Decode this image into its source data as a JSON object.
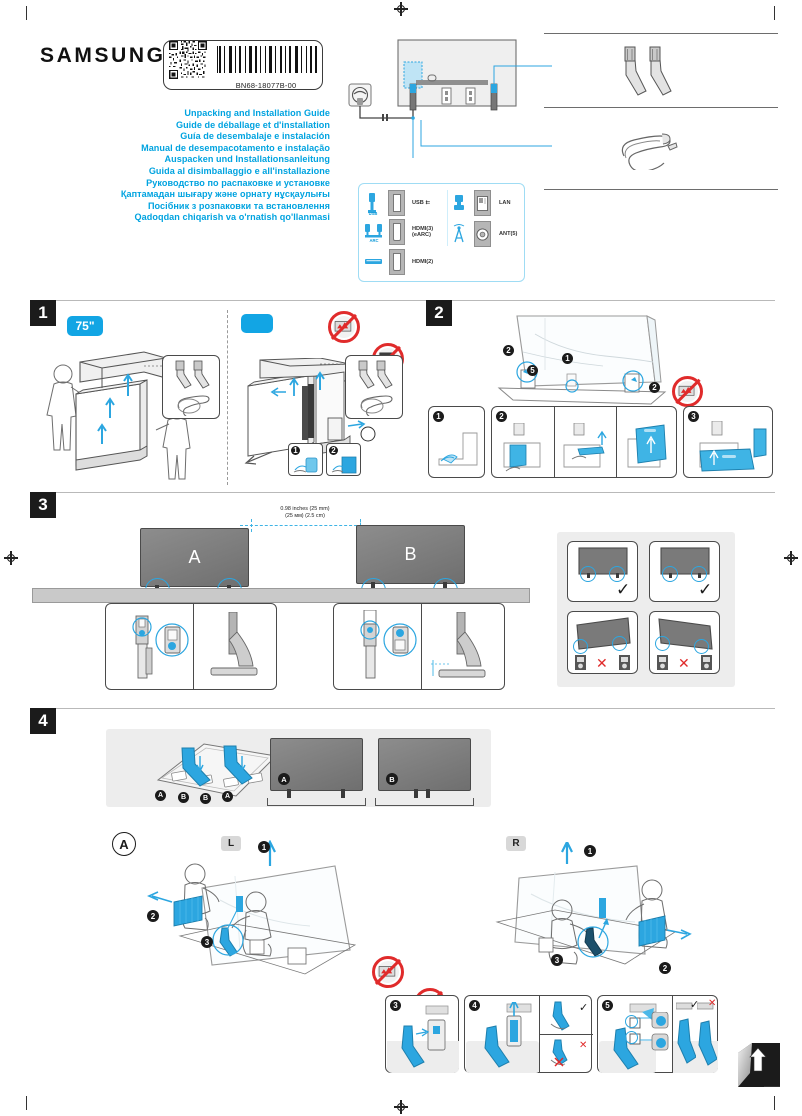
{
  "document": {
    "brand": "SAMSUNG",
    "model_code": "BN68-18077B-00",
    "titles": [
      "Unpacking and Installation Guide",
      "Guide de déballage et d'installation",
      "Guía de desembalaje e instalación",
      "Manual de desempacotamento e instalação",
      "Auspacken und Installationsanleitung",
      "Guida al disimballaggio e all'installazione",
      "Руководство по распаковке и установке",
      "Қаптамадан шығару және орнату нұсқаулығы",
      "Посібник з розпаковки та встановлення",
      "Qadoqdan chiqarish va o'rnatish qo'llanmasi"
    ],
    "accent_color": "#00a3e0",
    "step_number_bg": "#1b1b1b"
  },
  "connections": {
    "wall_socket_icon": "power-outlet-icon",
    "power_cable_icon": "power-cable-icon",
    "tv_back_icon": "tv-rear-panel-icon"
  },
  "accessories": [
    {
      "name": "stand-legs",
      "icon": "stand-legs-icon",
      "count": 2
    },
    {
      "name": "cable-tie",
      "icon": "cable-tie-icon",
      "count": 1
    }
  ],
  "ports": {
    "panel_name": "connection-ports-panel",
    "left_column": [
      {
        "connector_label": "USB",
        "port_label": "USB",
        "port_suffix": "⇇",
        "icon": "usb-connector-icon"
      },
      {
        "connector_label": "ARC",
        "port_label": "HDMI(3)",
        "port_label2": "(eARC)",
        "icon": "hdmi-arc-connector-icon"
      },
      {
        "connector_label": "",
        "port_label": "HDMI(2)",
        "port_label2": "",
        "icon": "hdmi-connector-icon"
      }
    ],
    "right_column": [
      {
        "connector_label": "",
        "port_label": "LAN",
        "icon": "lan-connector-icon"
      },
      {
        "connector_label": "",
        "port_label": "ANT(5)",
        "icon": "antenna-connector-icon"
      }
    ]
  },
  "steps": [
    {
      "number": "1",
      "left": {
        "size_badge": "75\"",
        "warnings": [
          "no-sharp-object-icon",
          "no-lean-screen-icon"
        ],
        "illustration": "two-people-lifting-tv-from-box-icon",
        "detail_box": [
          "stand-legs-icon",
          "cable-tie-icon"
        ]
      },
      "right": {
        "size_badge": "",
        "warnings": [
          "no-sharp-object-icon",
          "no-lean-screen-icon"
        ],
        "illustration": "tv-box-open-exploded-icon",
        "detail_box": [
          "stand-legs-icon",
          "cable-tie-icon"
        ],
        "substeps": [
          "1",
          "2"
        ]
      }
    },
    {
      "number": "2",
      "warnings": [
        "no-sharp-object-icon",
        "no-scratch-surface-icon"
      ],
      "callouts": [
        "2",
        "1",
        "5",
        "2"
      ],
      "substeps": [
        "1",
        "2",
        "3"
      ],
      "illustration": "remove-protective-film-icon"
    },
    {
      "number": "3",
      "measurement_line1": "0.98 inches (25 mm)",
      "measurement_line2": "(25 мм) (2.5 cm)",
      "tv_labels": [
        "A",
        "B"
      ],
      "check_panel": {
        "good": [
          "check-mark",
          "check-mark"
        ],
        "bad": [
          "x-mark",
          "x-mark"
        ]
      }
    },
    {
      "number": "4",
      "template_labels": [
        "A",
        "B",
        "B",
        "A"
      ],
      "tv_variants": [
        "A",
        "B"
      ],
      "variant_badge": "A",
      "side_left_badge": "L",
      "side_right_badge": "R",
      "warnings": [
        "no-sharp-object-icon",
        "no-scratch-surface-icon"
      ],
      "left_callouts": [
        "1",
        "2",
        "3"
      ],
      "right_callouts": [
        "1",
        "2",
        "3"
      ],
      "bottom_substeps": [
        "3",
        "4",
        "5"
      ],
      "bottom_marks": [
        "check-mark",
        "x-mark",
        "check-mark",
        "x-mark"
      ]
    }
  ],
  "footer": {
    "page_fold_icon": "page-turn-icon"
  }
}
